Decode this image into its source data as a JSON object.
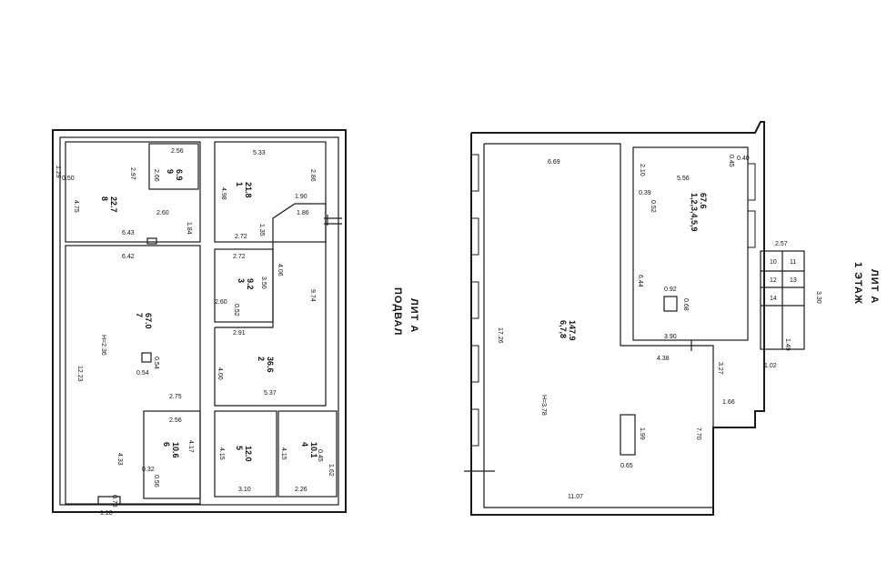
{
  "titles": {
    "basement_lit": "ЛИТ А",
    "basement_floor": "ПОДВАЛ",
    "first_lit": "ЛИТ А",
    "first_floor": "1 ЭТАЖ"
  },
  "basement": {
    "rooms": [
      {
        "id": "room-8",
        "num": "8",
        "area": "22.7"
      },
      {
        "id": "room-9",
        "num": "9",
        "area": "6.9"
      },
      {
        "id": "room-1",
        "num": "1",
        "area": "21.8"
      },
      {
        "id": "room-7",
        "num": "7",
        "area": "67.0",
        "height": "H=2.36"
      },
      {
        "id": "room-3",
        "num": "3",
        "area": "9.2"
      },
      {
        "id": "room-2",
        "num": "2",
        "area": "36.6"
      },
      {
        "id": "room-6",
        "num": "6",
        "area": "10.6"
      },
      {
        "id": "room-5",
        "num": "5",
        "area": "12.0"
      },
      {
        "id": "room-4",
        "num": "4",
        "area": "10.1"
      }
    ],
    "dims": [
      "1.29",
      "0.50",
      "2.97",
      "4.75",
      "2.60",
      "1.84",
      "6.43",
      "2.56",
      "2.66",
      "5.33",
      "4.98",
      "2.86",
      "1.90",
      "1.35",
      "2.72",
      "1.86",
      "6.42",
      "2.72",
      "4.06",
      "3.50",
      "2.60",
      "0.52",
      "9.74",
      "12.23",
      "0.54",
      "0.54",
      "2.91",
      "4.00",
      "5.37",
      "2.75",
      "2.56",
      "4.17",
      "4.33",
      "0.32",
      "0.56",
      "0.73",
      "1.18",
      "4.15",
      "3.10",
      "4.15",
      "0.45",
      "1.62",
      "2.26"
    ]
  },
  "first_floor": {
    "rooms": [
      {
        "id": "room-6-7-8",
        "num": "6,7,8",
        "area": "147.9",
        "height": "H=3.78"
      },
      {
        "id": "room-1-2-3-4-5-9",
        "num": "1,2,3,4,5,9",
        "area": "67.6"
      },
      {
        "id": "room-10",
        "num": "10"
      },
      {
        "id": "room-11",
        "num": "11"
      },
      {
        "id": "room-12",
        "num": "12"
      },
      {
        "id": "room-13",
        "num": "13"
      },
      {
        "id": "room-14",
        "num": "14"
      }
    ],
    "dims": [
      "6.69",
      "17.26",
      "2.10",
      "5.56",
      "0.45",
      "0.40",
      "0.39",
      "0.52",
      "6.44",
      "0.92",
      "0.68",
      "3.90",
      "4.38",
      "3.27",
      "1.66",
      "7.70",
      "1.99",
      "0.65",
      "11.07",
      "2.57",
      "3.30",
      "1.49",
      "1.02"
    ]
  }
}
